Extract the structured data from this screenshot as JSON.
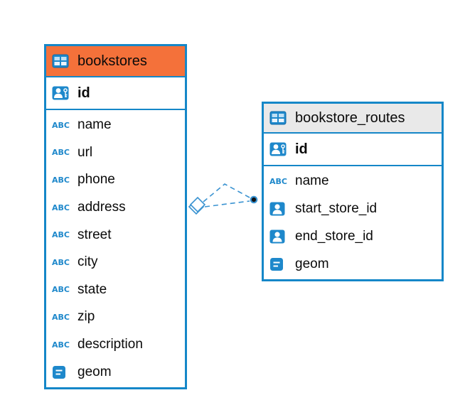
{
  "app": {
    "view": "entity-relationship-diagram"
  },
  "colors": {
    "table_border_blue": "#1587c8",
    "icon_blue": "#1e88cb",
    "header_orange": "#f4713a",
    "header_gray": "#e9e9e9",
    "relation_line_blue": "#3a93d1",
    "relation_dot_fill": "#111111",
    "text": "#0a0a0a",
    "background": "#ffffff"
  },
  "icons": {
    "text_label": "ABC"
  },
  "tables": [
    {
      "name": "bookstores",
      "header_color": "orange",
      "key_column": {
        "name": "id",
        "icon": "person-key"
      },
      "columns": [
        {
          "name": "name",
          "icon": "text"
        },
        {
          "name": "url",
          "icon": "text"
        },
        {
          "name": "phone",
          "icon": "text"
        },
        {
          "name": "address",
          "icon": "text"
        },
        {
          "name": "street",
          "icon": "text"
        },
        {
          "name": "city",
          "icon": "text"
        },
        {
          "name": "state",
          "icon": "text"
        },
        {
          "name": "zip",
          "icon": "text"
        },
        {
          "name": "description",
          "icon": "text"
        },
        {
          "name": "geom",
          "icon": "geometry"
        }
      ]
    },
    {
      "name": "bookstore_routes",
      "header_color": "gray",
      "key_column": {
        "name": "id",
        "icon": "person-key"
      },
      "columns": [
        {
          "name": "name",
          "icon": "text"
        },
        {
          "name": "start_store_id",
          "icon": "person"
        },
        {
          "name": "end_store_id",
          "icon": "person"
        },
        {
          "name": "geom",
          "icon": "geometry"
        }
      ]
    }
  ],
  "relationship": {
    "style": "dashed",
    "source_table": "bookstores",
    "target_table": "bookstore_routes",
    "source_marker": "diamond",
    "target_marker": "dot",
    "line_count": 2
  }
}
